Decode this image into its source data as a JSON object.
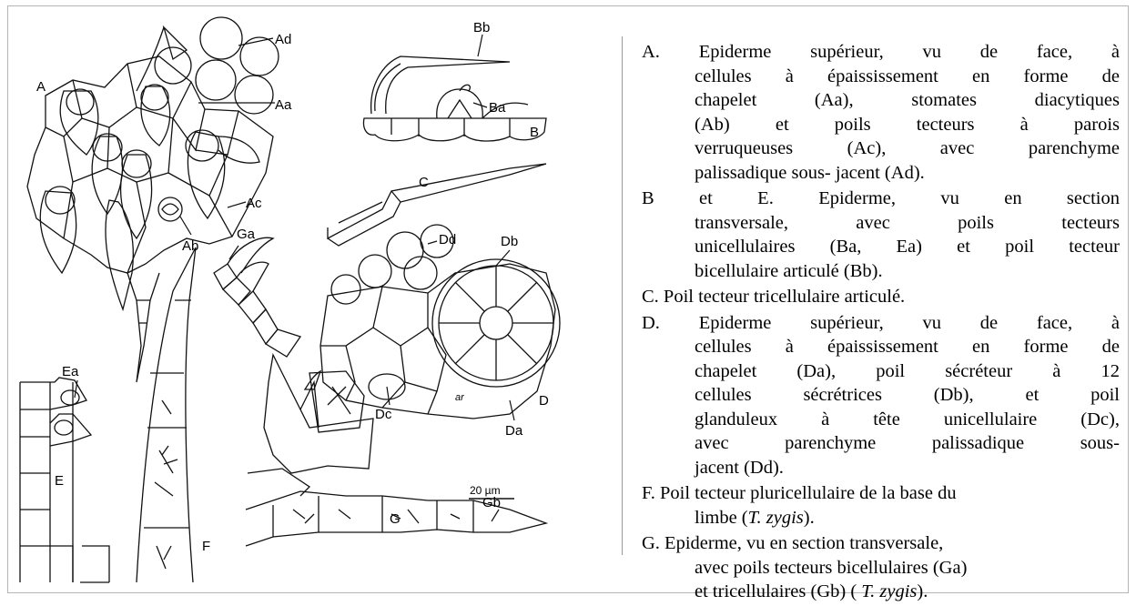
{
  "figure": {
    "panel_labels": {
      "A": "A",
      "Aa": "Aa",
      "Ab": "Ab",
      "Ac": "Ac",
      "Ad": "Ad",
      "B": "B",
      "Ba": "Ba",
      "Bb": "Bb",
      "C": "C",
      "D": "D",
      "Da": "Da",
      "Db": "Db",
      "Dc": "Dc",
      "Dd": "Dd",
      "E": "E",
      "Ea": "Ea",
      "F": "F",
      "G": "G",
      "Ga": "Ga",
      "Gb": "Gb"
    },
    "scale_bar": "20 µm",
    "artist_initials": "ar"
  },
  "legend": {
    "A": {
      "head": "A.  Epiderme supérieur, vu de face, à",
      "lines": [
        "cellules à épaississement en forme de",
        "chapelet (Aa), stomates diacytiques",
        "(Ab)  et  poils  tecteurs  à  parois",
        "verruqueuses (Ac), avec parenchyme",
        "palissadique sous-  jacent (Ad)."
      ]
    },
    "B": {
      "head": "B  et  E.  Epiderme,  vu  en  section",
      "lines": [
        "transversale,  avec  poils  tecteurs",
        "unicellulaires (Ba, Ea) et poil tecteur",
        "bicellulaire articulé (Bb)."
      ]
    },
    "C": {
      "single": "C. Poil tecteur tricellulaire articulé."
    },
    "D": {
      "head": "D.  Epiderme supérieur, vu de face, à",
      "lines": [
        "cellules à épaississement en forme de",
        "chapelet (Da), poil sécréteur à 12",
        "cellules  sécrétrices  (Db),  et  poil",
        "glanduleux à tête unicellulaire (Dc),",
        "avec parenchyme palissadique sous-",
        "jacent (Dd)."
      ]
    },
    "F": {
      "head": "F. Poil tecteur pluricellulaire de la base du",
      "line_prefix": "limbe (",
      "line_italic": "T. zygis",
      "line_suffix": ")."
    },
    "G": {
      "head": "G. Epiderme, vu en section transversale,",
      "line1": "avec poils tecteurs bicellulaires (Ga)",
      "line2_prefix": "et tricellulaires (Gb) ( ",
      "line2_italic": "T. zygis",
      "line2_suffix": ")."
    }
  }
}
